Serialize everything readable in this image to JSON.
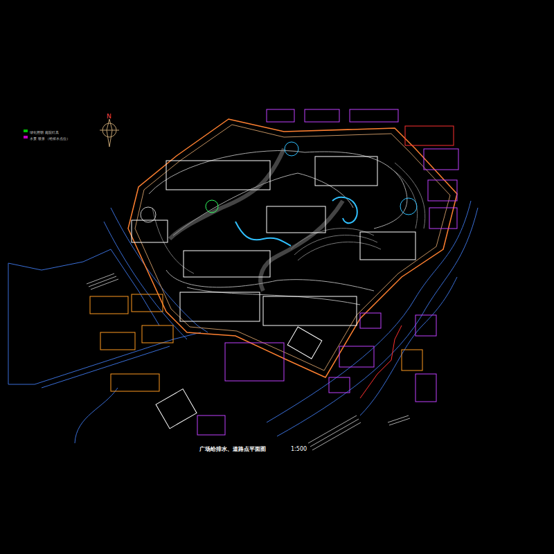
{
  "diagram": {
    "title": "广场给排水、道路点平面图",
    "labels": [
      "N",
      "1:500"
    ],
    "legend": [
      {
        "text": "绿化照明 庭院灯具",
        "color": "#00c000"
      },
      {
        "text": "水景 喷泉 （给排水点位）",
        "color": "#c000c0"
      }
    ]
  }
}
